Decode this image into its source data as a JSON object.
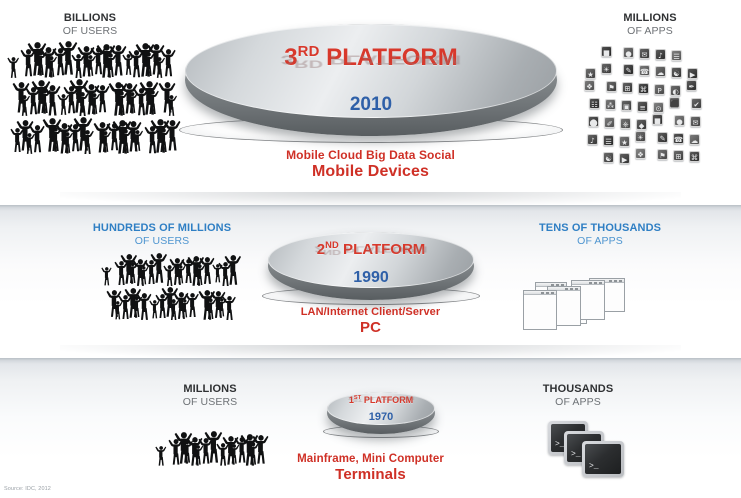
{
  "source_note": "Source: IDC, 2012",
  "rows": [
    {
      "id": "third-platform",
      "users_label": {
        "big": "BILLIONS",
        "sub": "OF USERS",
        "color": "#2f3133"
      },
      "apps_label": {
        "big": "MILLIONS",
        "sub": "OF APPS",
        "color": "#2f3133"
      },
      "platform": {
        "ordinal": "3",
        "ordinal_suffix": "RD",
        "name": "PLATFORM",
        "full_name": "3RD PLATFORM",
        "year": "2010"
      },
      "tech_line1": "Mobile   Cloud   Big Data   Social",
      "tech_line2": "Mobile Devices",
      "users_icon": "crowd-of-people-icon",
      "apps_icon": "app-icon-cluster-icon"
    },
    {
      "id": "second-platform",
      "users_label": {
        "big": "HUNDREDS OF MILLIONS",
        "sub": "OF USERS",
        "color": "#2f7fc4"
      },
      "apps_label": {
        "big": "TENS OF THOUSANDS",
        "sub": "OF APPS",
        "color": "#2f7fc4"
      },
      "platform": {
        "ordinal": "2",
        "ordinal_suffix": "ND",
        "name": "PLATFORM",
        "full_name": "2ND PLATFORM",
        "year": "1990"
      },
      "tech_line1": "LAN/Internet   Client/Server",
      "tech_line2": "PC",
      "users_icon": "crowd-of-people-icon",
      "apps_icon": "window-stack-icon"
    },
    {
      "id": "first-platform",
      "users_label": {
        "big": "MILLIONS",
        "sub": "OF USERS",
        "color": "#2f3133"
      },
      "apps_label": {
        "big": "THOUSANDS",
        "sub": "OF APPS",
        "color": "#2f3133"
      },
      "platform": {
        "ordinal": "1",
        "ordinal_suffix": "ST",
        "name": "PLATFORM",
        "full_name": "1ST PLATFORM",
        "year": "1970"
      },
      "tech_line1": "Mainframe, Mini Computer",
      "tech_line2": "Terminals",
      "users_icon": "crowd-of-people-icon",
      "apps_icon": "terminal-stack-icon"
    }
  ],
  "colors": {
    "platform_red": "#d8382b",
    "year_blue": "#2f60a8",
    "tech_red": "#cf3026",
    "label_blue": "#2f7fc4",
    "label_dark": "#2f3133",
    "label_gray": "#6d7175",
    "disc_top": "#eceef0",
    "disc_edge": "#7f8487",
    "band_gray": "#e3e6ea"
  }
}
